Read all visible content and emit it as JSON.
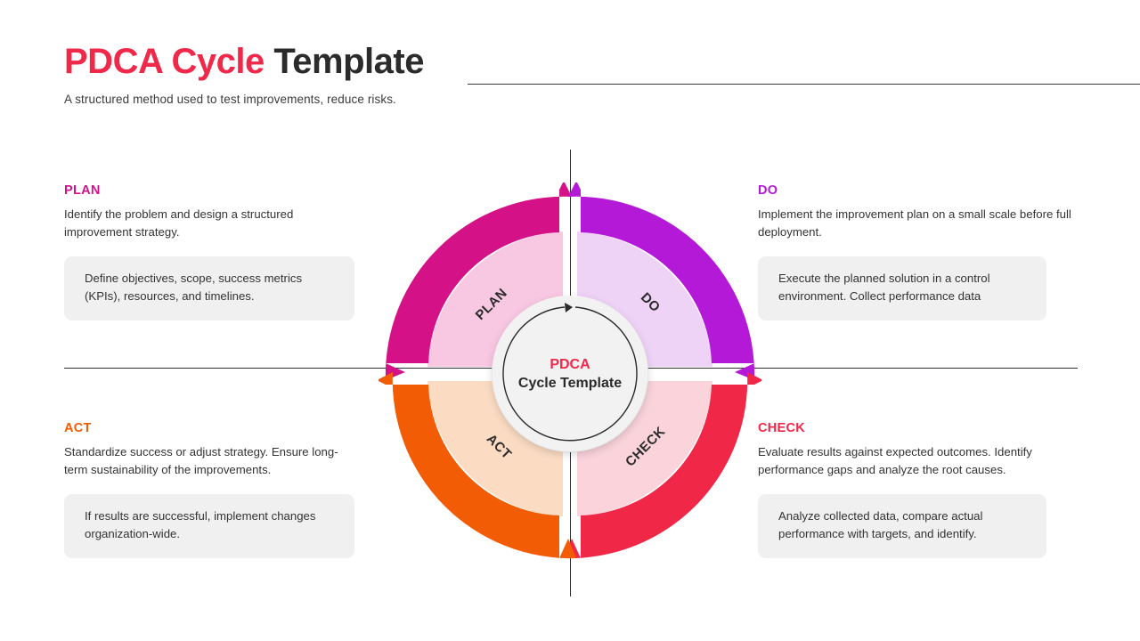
{
  "header": {
    "title_accent": "PDCA Cycle",
    "title_plain": " Template",
    "subtitle": "A structured method used to test improvements, reduce risks."
  },
  "hub": {
    "top": "PDCA",
    "bottom": "Cycle Template",
    "arrow_icon": "clockwise-arrow-icon"
  },
  "colors": {
    "plan": "#D41186",
    "plan_fill": "#F8C8E2",
    "do": "#B519D8",
    "do_fill": "#EFD3F6",
    "check": "#F02747",
    "check_fill": "#FAD3DB",
    "act": "#F25C05",
    "act_fill": "#FBDCC3",
    "accent_red": "#F0284A",
    "card_bg": "#F0F0F0",
    "rule": "#2E2E2E"
  },
  "quadrants": {
    "plan": {
      "wheel_label": "PLAN",
      "heading": "PLAN",
      "description": "Identify the problem and design a structured improvement strategy.",
      "card": "Define objectives, scope, success metrics (KPIs), resources, and timelines."
    },
    "do": {
      "wheel_label": "DO",
      "heading": "DO",
      "description": "Implement the improvement plan on a small scale before full deployment.",
      "card": "Execute the planned solution in a control environment. Collect performance data"
    },
    "check": {
      "wheel_label": "CHECK",
      "heading": "CHECK",
      "description": "Evaluate results against expected outcomes. Identify performance gaps and analyze the root causes.",
      "card": "Analyze collected data, compare actual performance with targets, and identify."
    },
    "act": {
      "wheel_label": "ACT",
      "heading": "ACT",
      "description": "Standardize success or adjust strategy. Ensure long-term sustainability of the improvements.",
      "card": "If results are successful, implement changes organization-wide."
    }
  }
}
